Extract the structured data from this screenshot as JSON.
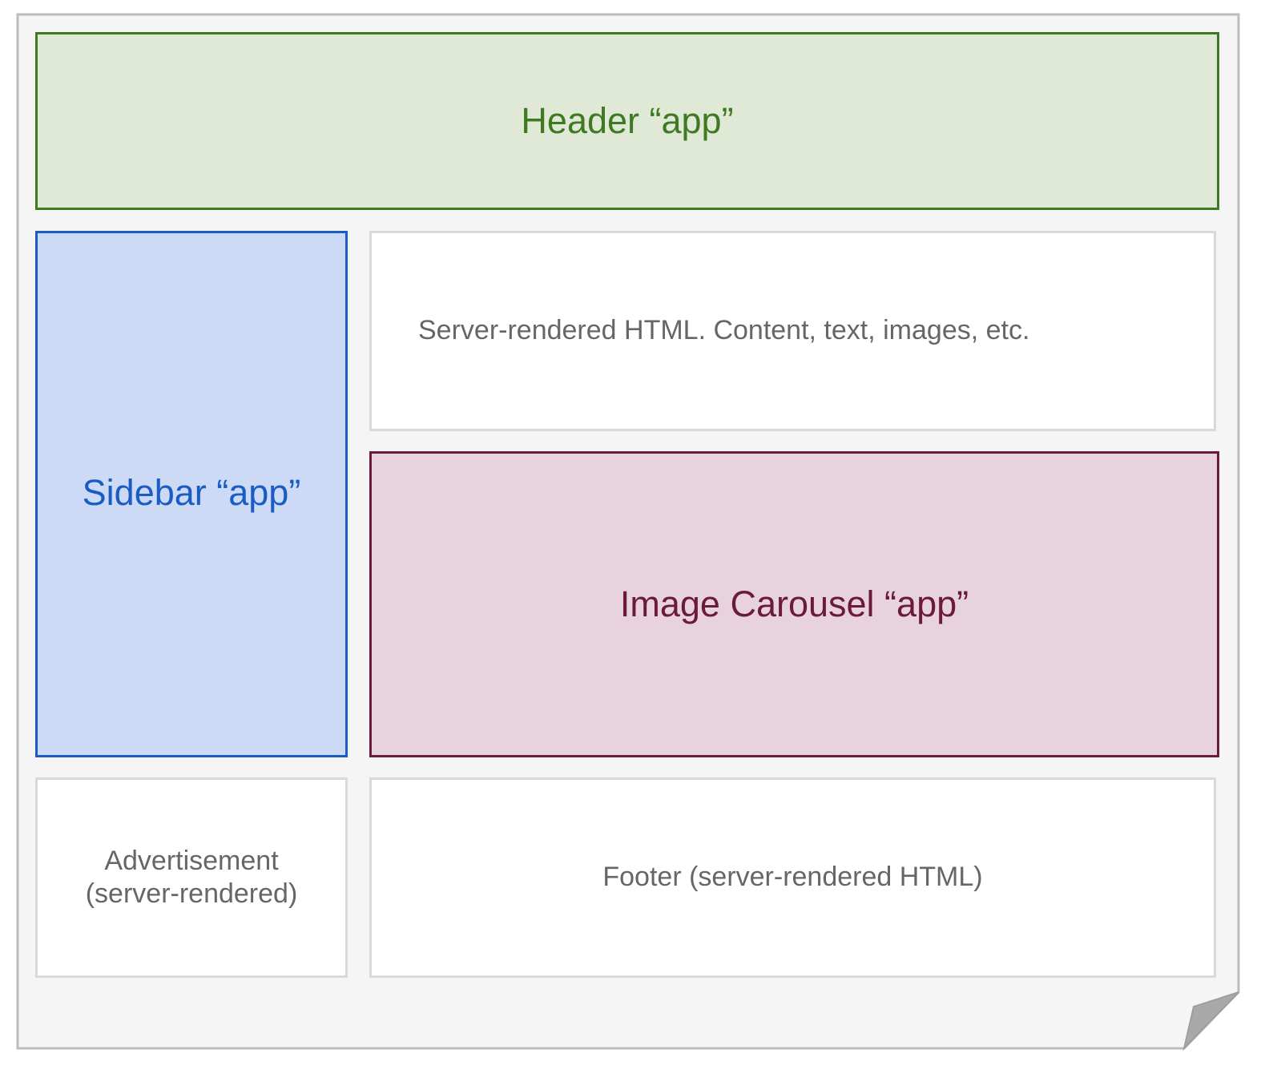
{
  "diagram": {
    "header": {
      "label": "Header “app”"
    },
    "sidebar": {
      "label": "Sidebar “app”"
    },
    "content": {
      "label": "Server-rendered HTML. Content, text, images, etc."
    },
    "carousel": {
      "label": "Image Carousel “app”"
    },
    "advertisement": {
      "label": "Advertisement\n(server-rendered)"
    },
    "footer": {
      "label": "Footer (server-rendered HTML)"
    }
  },
  "colors": {
    "page_background": "#f5f5f5",
    "page_border": "#bdbdbd",
    "header_fill": "#dfe9d6",
    "header_accent": "#3f7a23",
    "sidebar_fill": "#ccdaf5",
    "sidebar_accent": "#1b5cc4",
    "carousel_fill": "#e8d2dc",
    "carousel_accent": "#6b1a3d",
    "plain_box_border": "#d9d9d9",
    "plain_text": "#666666"
  }
}
